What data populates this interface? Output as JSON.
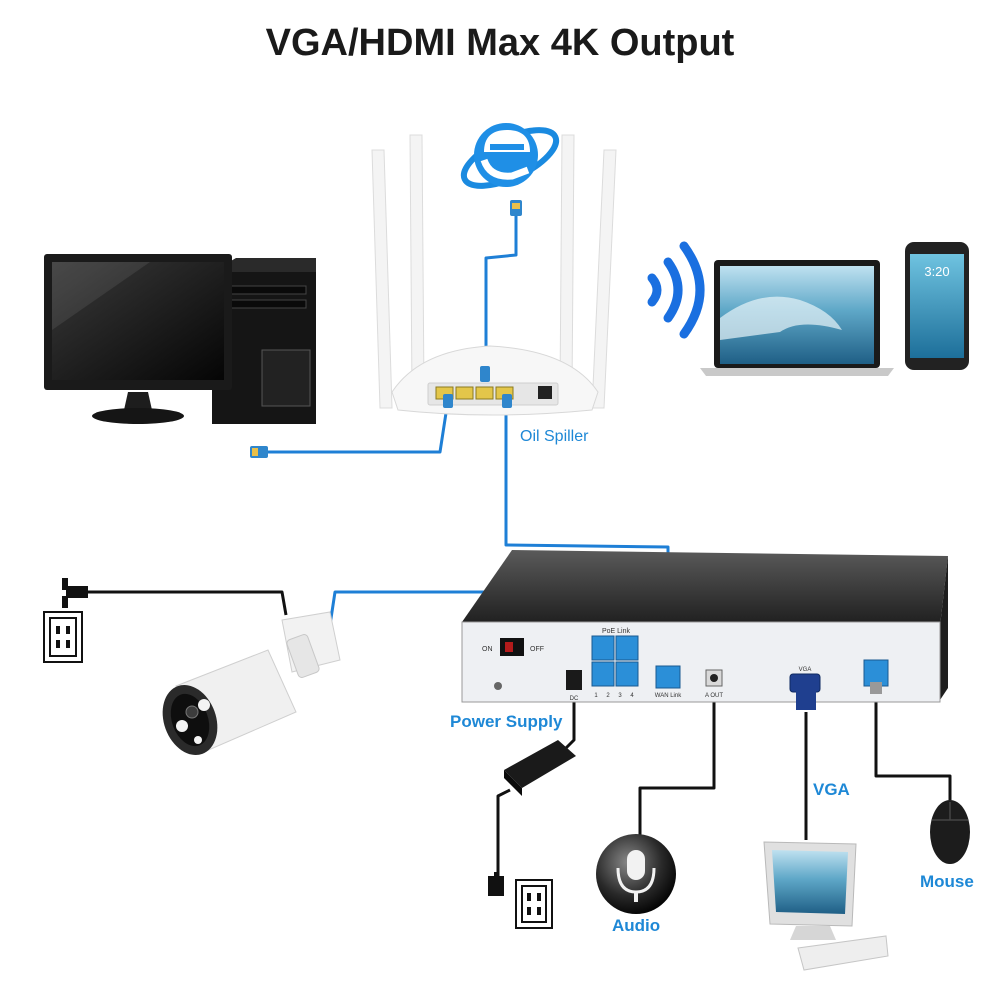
{
  "title": "VGA/HDMI Max 4K Output",
  "labels": {
    "oil_spiller": "Oil Spiller",
    "power_supply": "Power Supply",
    "vga": "VGA",
    "audio": "Audio",
    "mouse": "Mouse"
  },
  "nvr_panel": {
    "on": "ON",
    "off": "OFF",
    "poe_link": "PoE Link",
    "port_numbers": [
      "1",
      "2",
      "3",
      "4"
    ],
    "wan_link": "WAN Link",
    "audio_out": "A OUT",
    "dc": "DC",
    "vga_port": "VGA"
  },
  "phone": {
    "time": "3:20"
  },
  "colors": {
    "cable": "#1e7fd6",
    "label": "#1e88d6",
    "nvr_body": "#2b2b2b",
    "nvr_panel": "#eef0f3"
  }
}
